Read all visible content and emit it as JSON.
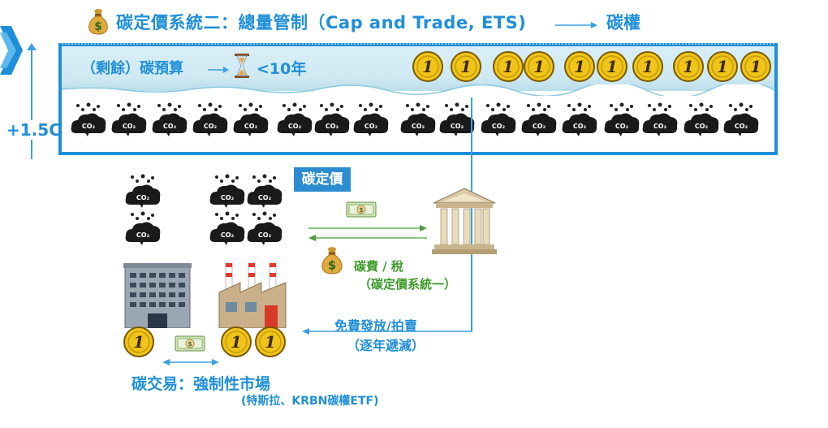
{
  "header": {
    "title": "碳定價系統二：總量管制（Cap and Trade, ETS)",
    "right_label": "碳權",
    "bag_icon": "money-bag-icon"
  },
  "left": {
    "temperature_label": "+1.5C",
    "logo_color": "#1e8ed8"
  },
  "atmosphere": {
    "budget_label": "（剩餘）碳預算",
    "budget_value": "<10年",
    "coins_count": 10,
    "clouds_count": 17
  },
  "coin": {
    "glyph": "1"
  },
  "co2": {
    "label": "CO₂"
  },
  "policy": {
    "price_badge": "碳定價",
    "tax_label": "碳費 / 稅",
    "tax_sub": "（碳定價系統一）",
    "issue_label": "免費發放/拍賣",
    "issue_sub": "（逐年遞減）"
  },
  "market": {
    "title": "碳交易：強制性市場",
    "subtitle": "(特斯拉、KRBN碳權ETF)"
  },
  "colors": {
    "accent": "#1f8fd8",
    "box_border": "#1e8ed8",
    "green_text": "#3d9a2a",
    "badge": "#2b8ccf"
  }
}
